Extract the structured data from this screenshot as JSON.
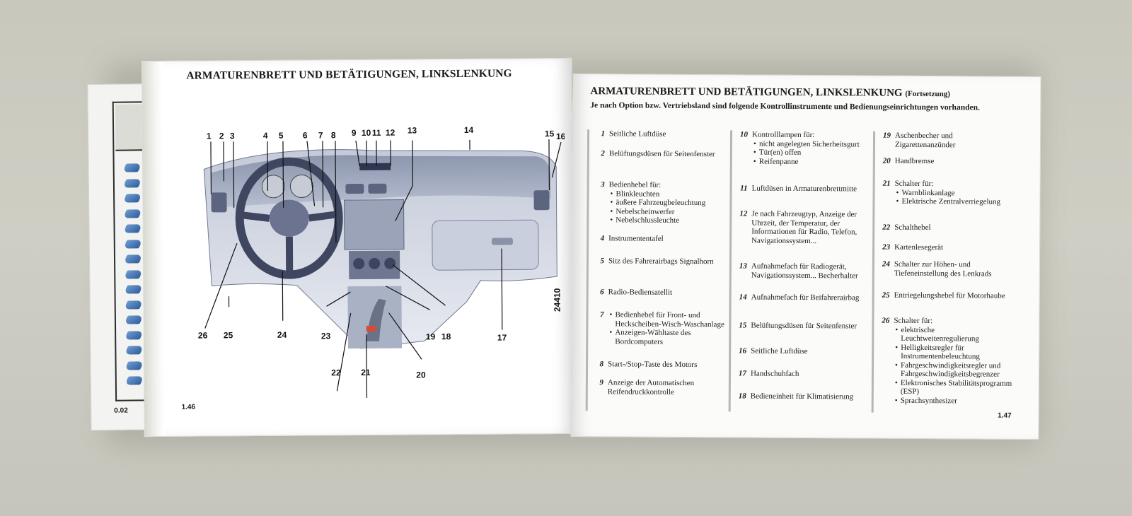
{
  "left_page": {
    "heading": "ARMATURENBRETT UND BETÄTIGUNGEN, LINKSLENKUNG",
    "page_number": "1.46",
    "image_code": "24410",
    "callouts": [
      "1",
      "2",
      "3",
      "4",
      "5",
      "6",
      "7",
      "8",
      "9",
      "10",
      "11",
      "12",
      "13",
      "14",
      "15",
      "16",
      "17",
      "18",
      "19",
      "20",
      "21",
      "22",
      "23",
      "24",
      "25",
      "26"
    ]
  },
  "back_page": {
    "page_number": "0.02",
    "icon": "paperclip-icon"
  },
  "right_page": {
    "heading": "ARMATURENBRETT UND BETÄTIGUNGEN, LINKSLENKUNG",
    "heading_suffix": "(Fortsetzung)",
    "subheading": "Je nach Option bzw. Vertriebsland sind folgende Kontrollinstrumente und Bedienungseinrichtungen vorhanden.",
    "page_number": "1.47",
    "items": [
      {
        "n": "1",
        "text": "Seitliche Luftdüse",
        "sub": []
      },
      {
        "n": "2",
        "text": "Belüftungsdüsen für Seitenfenster",
        "sub": []
      },
      {
        "n": "3",
        "text": "Bedienhebel für:",
        "sub": [
          "Blinkleuchten",
          "äußere Fahrzeugbeleuchtung",
          "Nebelscheinwerfer",
          "Nebelschlussleuchte"
        ]
      },
      {
        "n": "4",
        "text": "Instrumententafel",
        "sub": []
      },
      {
        "n": "5",
        "text": "Sitz des Fahrerairbags Signalhorn",
        "sub": []
      },
      {
        "n": "6",
        "text": "Radio-Bediensatellit",
        "sub": []
      },
      {
        "n": "7",
        "text": "",
        "sub": [
          "Bedienhebel für Front- und Heckscheiben-Wisch-Waschanlage",
          "Anzeigen-Wähltaste des Bordcomputers"
        ]
      },
      {
        "n": "8",
        "text": "Start-/Stop-Taste des Motors",
        "sub": []
      },
      {
        "n": "9",
        "text": "Anzeige der Automatischen Reifendruckkontrolle",
        "sub": []
      },
      {
        "n": "10",
        "text": "Kontrolllampen für:",
        "sub": [
          "nicht angelegten Sicherheitsgurt",
          "Tür(en) offen",
          "Reifenpanne"
        ]
      },
      {
        "n": "11",
        "text": "Luftdüsen in Armaturenbrettmitte",
        "sub": []
      },
      {
        "n": "12",
        "text": "Je nach Fahrzeugtyp, Anzeige der Uhrzeit, der Temperatur, der Informationen für Radio, Telefon, Navigationssystem...",
        "sub": []
      },
      {
        "n": "13",
        "text": "Aufnahmefach für Radiogerät, Navigationssystem... Becherhalter",
        "sub": []
      },
      {
        "n": "14",
        "text": "Aufnahmefach für Beifahrerairbag",
        "sub": []
      },
      {
        "n": "15",
        "text": "Belüftungsdüsen für Seitenfenster",
        "sub": []
      },
      {
        "n": "16",
        "text": "Seitliche Luftdüse",
        "sub": []
      },
      {
        "n": "17",
        "text": "Handschuhfach",
        "sub": []
      },
      {
        "n": "18",
        "text": "Bedieneinheit für Klimatisierung",
        "sub": []
      },
      {
        "n": "19",
        "text": "Aschenbecher und Zigarettenanzünder",
        "sub": []
      },
      {
        "n": "20",
        "text": "Handbremse",
        "sub": []
      },
      {
        "n": "21",
        "text": "Schalter für:",
        "sub": [
          "Warnblinkanlage",
          "Elektrische Zentralverriegelung"
        ]
      },
      {
        "n": "22",
        "text": "Schalthebel",
        "sub": []
      },
      {
        "n": "23",
        "text": "Kartenlesegerät",
        "sub": []
      },
      {
        "n": "24",
        "text": "Schalter zur Höhen- und Tiefeneinstellung des Lenkrads",
        "sub": []
      },
      {
        "n": "25",
        "text": "Entriegelungshebel für Motorhaube",
        "sub": []
      },
      {
        "n": "26",
        "text": "Schalter für:",
        "sub": [
          "elektrische Leuchtweitenregulierung",
          "Helligkeitsregler für Instrumentenbeleuchtung",
          "Fahrgeschwindigkeitsregler und Fahrgeschwindigkeitsbegrenzer",
          "Elektronisches Stabilitätsprogramm (ESP)",
          "Sprachsynthesizer"
        ]
      }
    ]
  }
}
